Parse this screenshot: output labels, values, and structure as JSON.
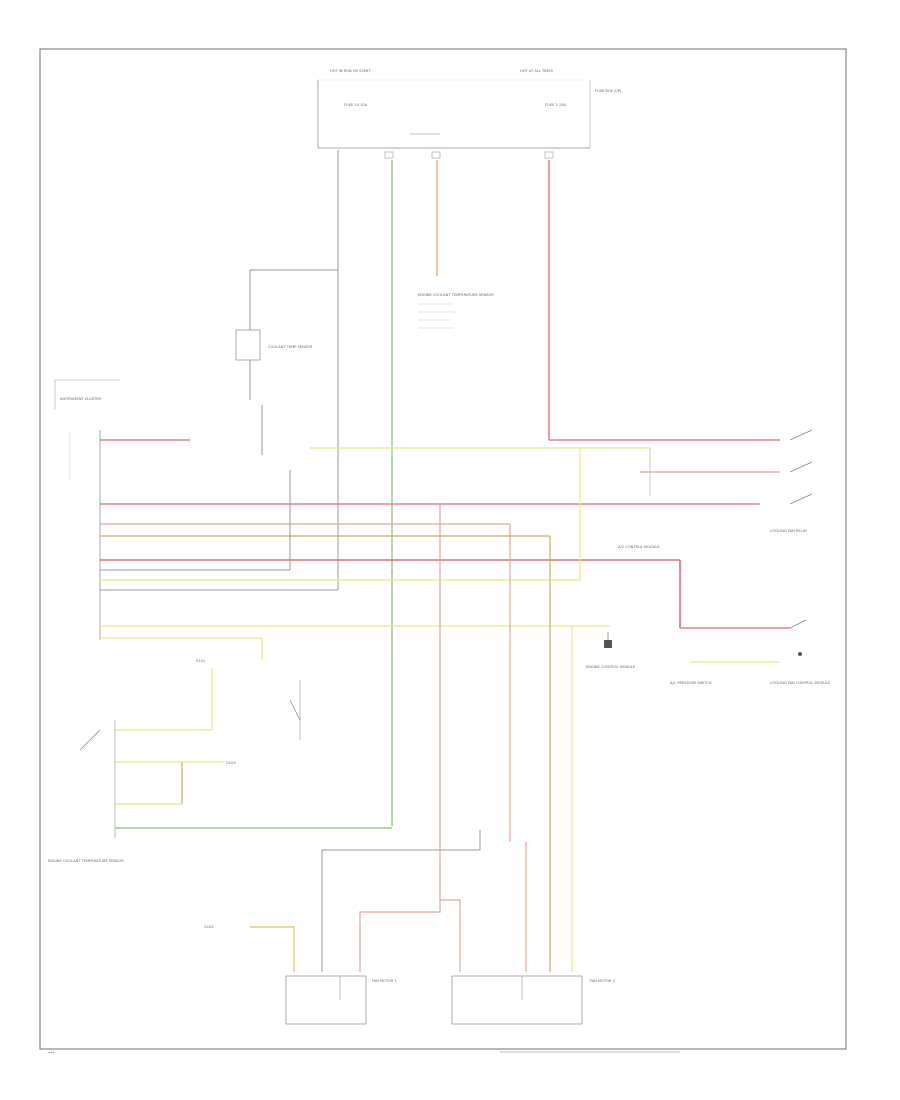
{
  "diagram": {
    "footer_code": "•••",
    "fuse_box_left_header": "HOT IN RUN OR START",
    "fuse_box_right_header": "HOT AT ALL TIMES",
    "fuse_box_side_label": "FUSE BOX (I/P)",
    "fuse_left_name": "FUSE 14 10A",
    "fuse_right_name": "FUSE 3 15A",
    "relay_label": "COOLANT TEMP SENSOR",
    "engine_connector_label": "ENGINE COOLANT TEMPERATURE SENSOR",
    "instrument_cluster_label": "INSTRUMENT CLUSTER",
    "ac_control_label": "A/C CONTROL MODULE",
    "fan_relay_label": "COOLING FAN RELAY",
    "fan_control_module_label": "COOLING FAN CONTROL MODULE",
    "fan_motor_left_label": "FAN MOTOR 1",
    "fan_motor_right_label": "FAN MOTOR 2",
    "ground_left_label": "G102",
    "ground_right_label": "G103",
    "pressure_switch_label": "A/C PRESSURE SWITCH",
    "ecm_label": "ENGINE CONTROL MODULE",
    "splice_label": "S101"
  }
}
